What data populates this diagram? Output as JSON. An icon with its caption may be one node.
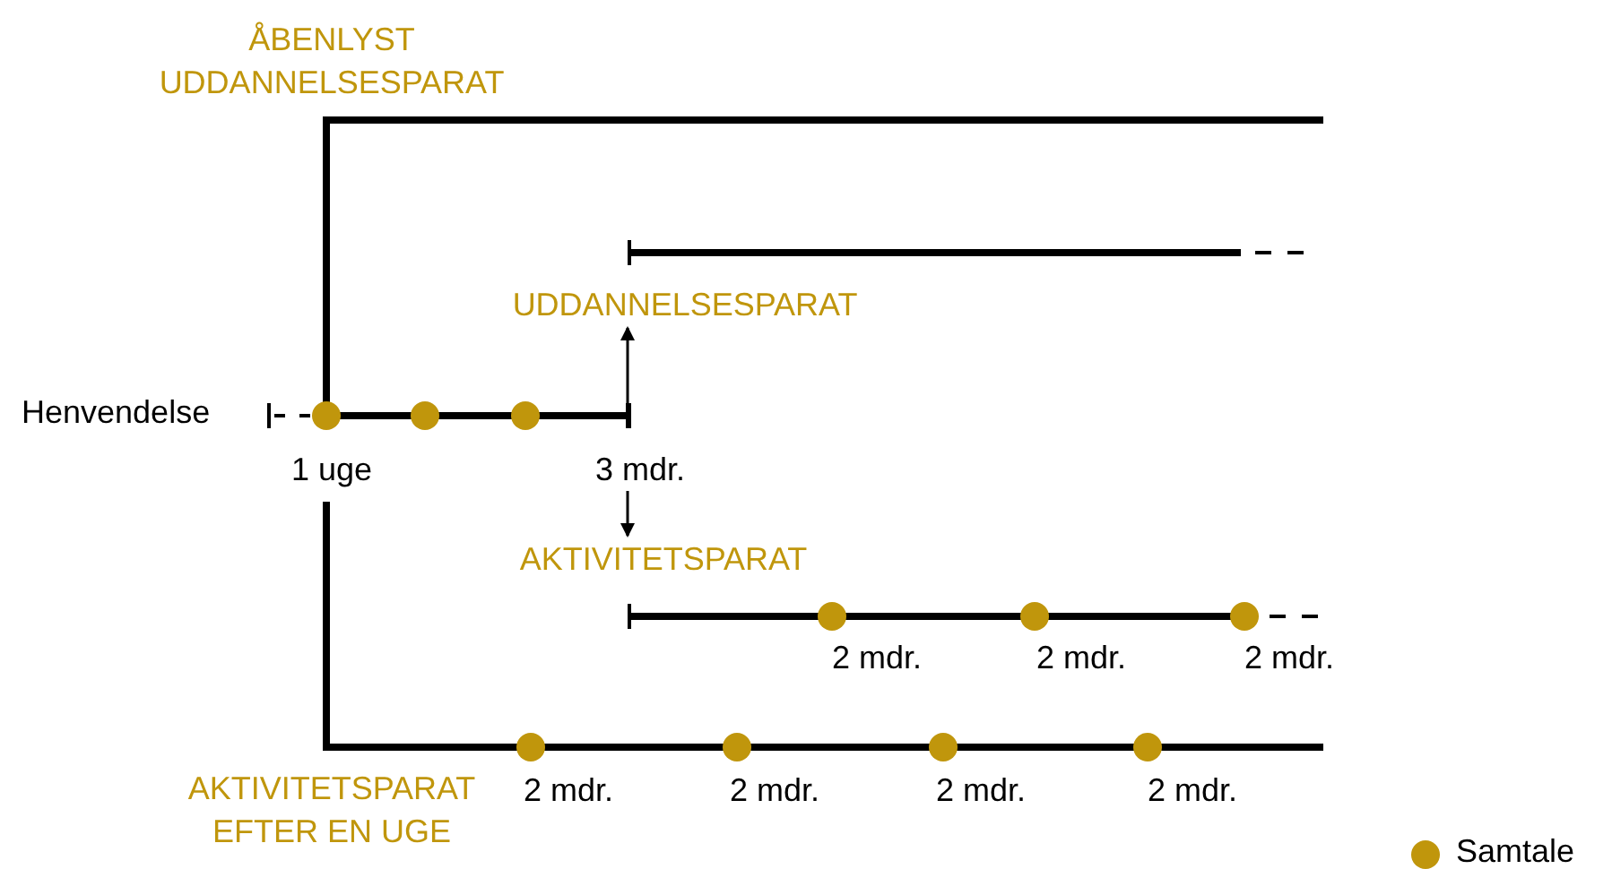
{
  "diagram": {
    "nodes": [
      {
        "text": [
          "ÅBENLYST UDDANNELSESPARAT"
        ]
      },
      {
        "text": [
          "UDDANNELSESPARAT"
        ]
      },
      {
        "text": [
          "AKTIVITETSPARAT"
        ]
      },
      {
        "text": [
          "AKTIVITETSPARAT EFTER EN UGE"
        ]
      },
      {
        "text": [
          "3 mdr."
        ]
      },
      {
        "text": [],
        "shape": "bar"
      }
    ],
    "edges": [
      {
        "from": 5,
        "to": 1,
        "arrow": "to"
      },
      {
        "from": 4,
        "to": 2,
        "arrow": "to"
      }
    ],
    "labels": [
      "Henvendelse",
      "1 uge",
      "2 mdr.",
      "2 mdr.",
      "2 mdr.",
      "2 mdr.",
      "2 mdr.",
      "2 mdr.",
      "2 mdr."
    ],
    "legend": [
      {
        "text": "Samtale",
        "color": "#c0960c"
      }
    ]
  }
}
